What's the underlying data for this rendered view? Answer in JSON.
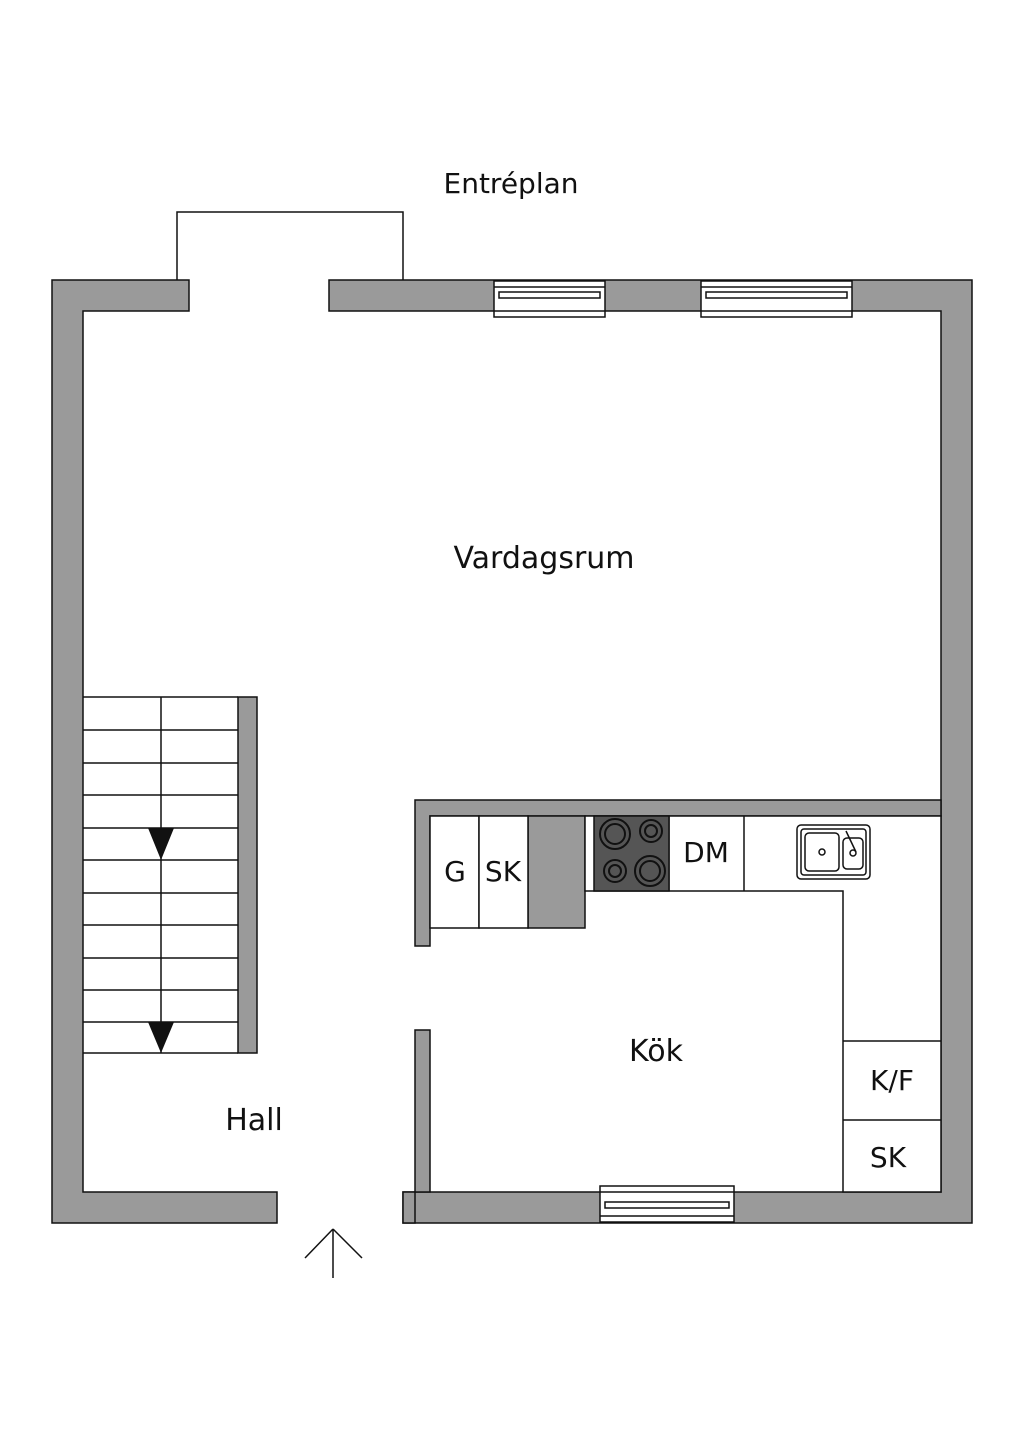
{
  "plan": {
    "title": "Entréplan",
    "rooms": {
      "living": "Vardagsrum",
      "hall": "Hall",
      "kitchen": "Kök"
    },
    "fixtures": {
      "wardrobe_g": "G",
      "wardrobe_sk": "SK",
      "dishwasher": "DM",
      "fridge_freezer": "K/F",
      "kitchen_cabinet": "SK"
    },
    "colors": {
      "wall": "#9a9a9a",
      "line": "#111111",
      "stove": "#555555"
    }
  }
}
